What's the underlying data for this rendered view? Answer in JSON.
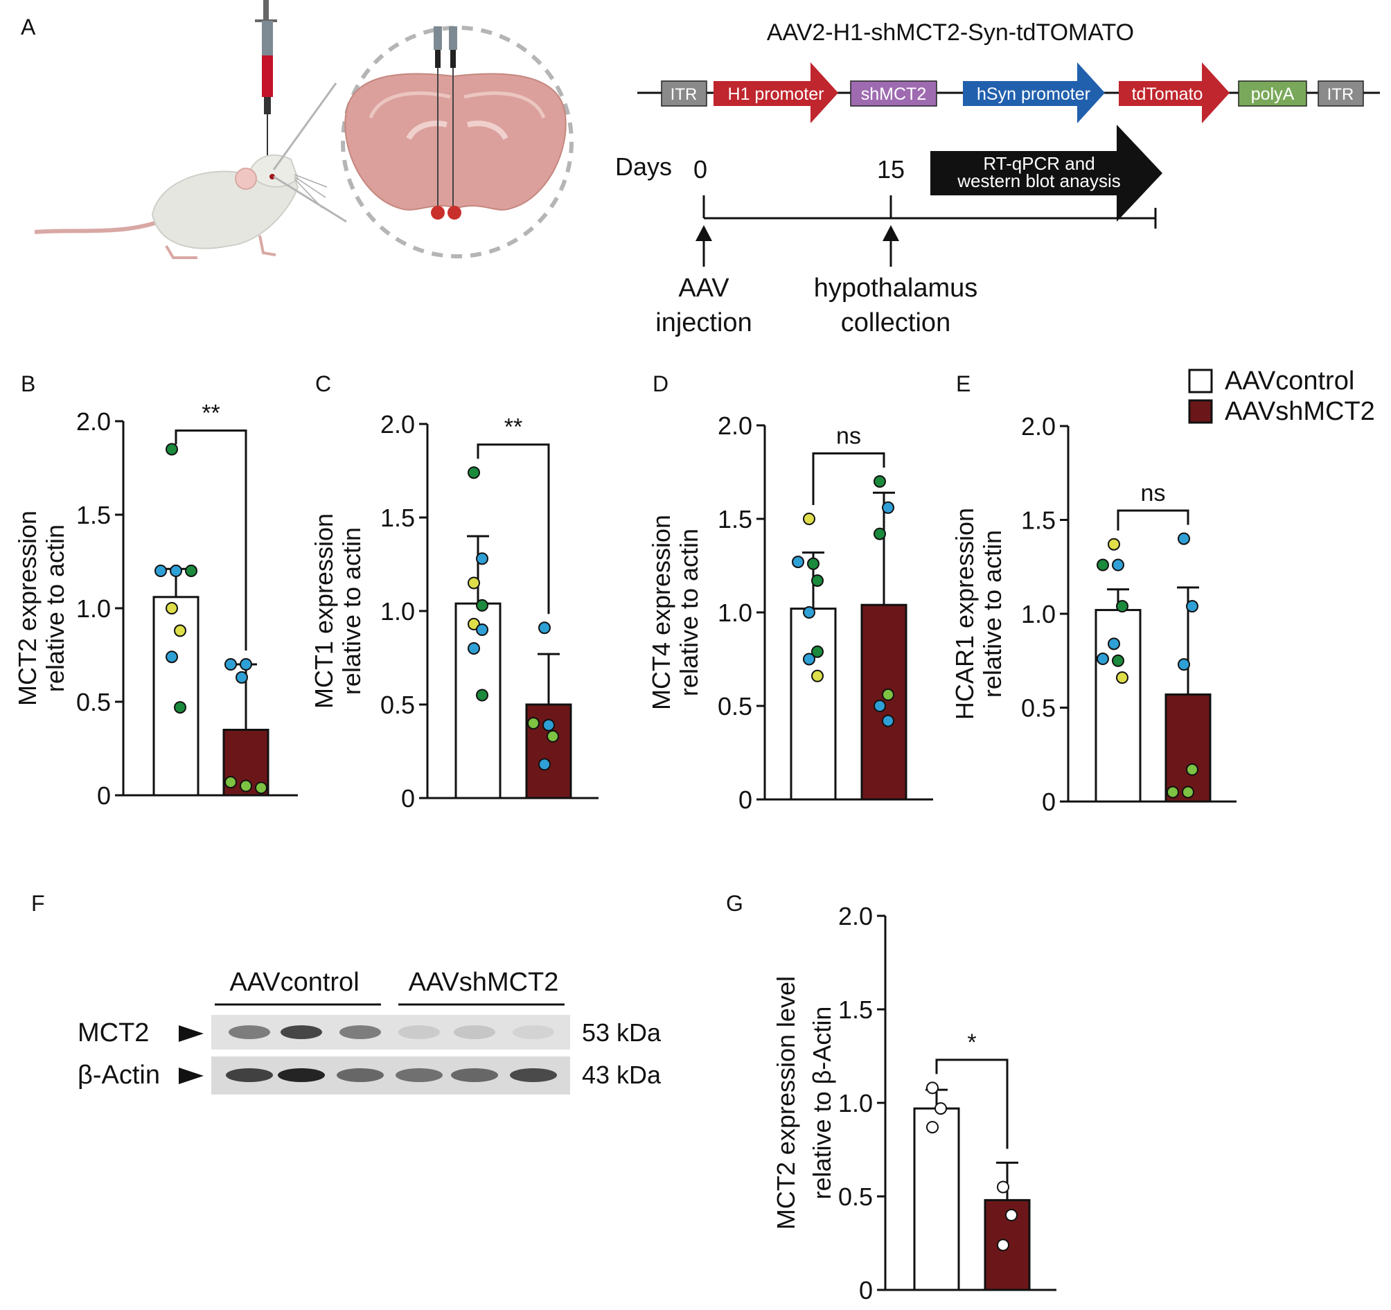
{
  "colors": {
    "control_fill": "#ffffff",
    "sh_fill": "#6b1719",
    "dot_green": "#1b8a3c",
    "dot_blue": "#2fa0d6",
    "dot_yellow": "#dede4a",
    "dot_lightgreen": "#7dc242",
    "itr": "#8a8a8a",
    "h1": "#c0262d",
    "shmct2": "#9e6bb0",
    "hsyn": "#2160ad",
    "tdtomato": "#c0262d",
    "polya": "#7aa85a"
  },
  "panel_letters": [
    "A",
    "B",
    "C",
    "D",
    "E",
    "F",
    "G"
  ],
  "panelA": {
    "construct_title": "AAV2-H1-shMCT2-Syn-tdTOMATO",
    "elements": [
      "ITR",
      "H1 promoter",
      "shMCT2",
      "hSyn promoter",
      "tdTomato",
      "polyA",
      "ITR"
    ],
    "timeline": {
      "days_label": "Days",
      "day0": "0",
      "day15": "15",
      "arrow_text_1": "RT-qPCR and",
      "arrow_text_2": "western blot anaysis",
      "event1_line1": "AAV",
      "event1_line2": "injection",
      "event2_line1": "hypothalamus",
      "event2_line2": "collection"
    }
  },
  "legend": {
    "control": "AAVcontrol",
    "sh": "AAVshMCT2"
  },
  "chart_data": [
    {
      "panel": "B",
      "type": "bar",
      "categories": [
        "AAVcontrol",
        "AAVshMCT2"
      ],
      "values": [
        1.06,
        0.35
      ],
      "errors": [
        0.15,
        0.35
      ],
      "ylabel": [
        "MCT2 expression",
        "relative to actin"
      ],
      "ylim": [
        0,
        2.0
      ],
      "yticks": [
        "0",
        "0.5",
        "1.0",
        "1.5",
        "2.0"
      ],
      "significance": "**",
      "points": [
        [
          [
            1.85,
            "green"
          ],
          [
            1.2,
            "blue"
          ],
          [
            1.2,
            "blue"
          ],
          [
            1.2,
            "green"
          ],
          [
            1.0,
            "yellow"
          ],
          [
            0.88,
            "yellow"
          ],
          [
            0.74,
            "blue"
          ],
          [
            0.47,
            "green"
          ]
        ],
        [
          [
            0.7,
            "blue"
          ],
          [
            0.7,
            "blue"
          ],
          [
            0.63,
            "blue"
          ],
          [
            0.07,
            "lightgreen"
          ],
          [
            0.05,
            "lightgreen"
          ],
          [
            0.04,
            "lightgreen"
          ]
        ]
      ]
    },
    {
      "panel": "C",
      "type": "bar",
      "categories": [
        "AAVcontrol",
        "AAVshMCT2"
      ],
      "values": [
        1.04,
        0.5
      ],
      "errors": [
        0.36,
        0.27
      ],
      "ylabel": [
        "MCT1 expression",
        "relative to actin"
      ],
      "ylim": [
        0,
        2.0
      ],
      "yticks": [
        "0",
        "0.5",
        "1.0",
        "1.5",
        "2.0"
      ],
      "significance": "**",
      "points": [
        [
          [
            1.74,
            "green"
          ],
          [
            1.28,
            "blue"
          ],
          [
            1.15,
            "yellow"
          ],
          [
            1.03,
            "green"
          ],
          [
            0.93,
            "yellow"
          ],
          [
            0.9,
            "blue"
          ],
          [
            0.8,
            "blue"
          ],
          [
            0.55,
            "green"
          ]
        ],
        [
          [
            0.91,
            "blue"
          ],
          [
            0.4,
            "lightgreen"
          ],
          [
            0.39,
            "blue"
          ],
          [
            0.33,
            "lightgreen"
          ],
          [
            0.18,
            "blue"
          ]
        ]
      ]
    },
    {
      "panel": "D",
      "type": "bar",
      "categories": [
        "AAVcontrol",
        "AAVshMCT2"
      ],
      "values": [
        1.02,
        1.04
      ],
      "errors": [
        0.3,
        0.6
      ],
      "ylabel": [
        "MCT4 expression",
        "relative to actin"
      ],
      "ylim": [
        0,
        2.0
      ],
      "yticks": [
        "0",
        "0.5",
        "1.0",
        "1.5",
        "2.0"
      ],
      "significance": "ns",
      "points": [
        [
          [
            1.5,
            "yellow"
          ],
          [
            1.27,
            "blue"
          ],
          [
            1.26,
            "green"
          ],
          [
            1.17,
            "green"
          ],
          [
            1.0,
            "blue"
          ],
          [
            0.79,
            "green"
          ],
          [
            0.75,
            "blue"
          ],
          [
            0.66,
            "yellow"
          ]
        ],
        [
          [
            1.7,
            "green"
          ],
          [
            1.56,
            "blue"
          ],
          [
            1.42,
            "green"
          ],
          [
            0.56,
            "lightgreen"
          ],
          [
            0.5,
            "blue"
          ],
          [
            0.42,
            "blue"
          ]
        ]
      ]
    },
    {
      "panel": "E",
      "type": "bar",
      "categories": [
        "AAVcontrol",
        "AAVshMCT2"
      ],
      "values": [
        1.02,
        0.57
      ],
      "errors": [
        0.11,
        0.57
      ],
      "ylabel": [
        "HCAR1 expression",
        "relative to actin"
      ],
      "ylim": [
        0,
        2.0
      ],
      "yticks": [
        "0",
        "0.5",
        "1.0",
        "1.5",
        "2.0"
      ],
      "significance": "ns",
      "points": [
        [
          [
            1.37,
            "yellow"
          ],
          [
            1.26,
            "green"
          ],
          [
            1.26,
            "blue"
          ],
          [
            1.04,
            "green"
          ],
          [
            0.84,
            "blue"
          ],
          [
            0.76,
            "blue"
          ],
          [
            0.75,
            "green"
          ],
          [
            0.66,
            "yellow"
          ]
        ],
        [
          [
            1.4,
            "blue"
          ],
          [
            1.04,
            "blue"
          ],
          [
            0.73,
            "blue"
          ],
          [
            0.17,
            "lightgreen"
          ],
          [
            0.05,
            "lightgreen"
          ],
          [
            0.05,
            "lightgreen"
          ]
        ]
      ]
    },
    {
      "panel": "G",
      "type": "bar",
      "categories": [
        "AAVcontrol",
        "AAVshMCT2"
      ],
      "values": [
        0.97,
        0.48
      ],
      "errors": [
        0.1,
        0.2
      ],
      "ylabel": [
        "MCT2 expression level",
        "relative to β-Actin"
      ],
      "ylim": [
        0,
        2.0
      ],
      "yticks": [
        "0",
        "0.5",
        "1.0",
        "1.5",
        "2.0"
      ],
      "significance": "*",
      "points": [
        [
          [
            1.08,
            "white"
          ],
          [
            0.97,
            "white"
          ],
          [
            0.87,
            "white"
          ]
        ],
        [
          [
            0.55,
            "white"
          ],
          [
            0.4,
            "white"
          ],
          [
            0.24,
            "white"
          ]
        ]
      ]
    }
  ],
  "blot": {
    "group1": "AAVcontrol",
    "group2": "AAVshMCT2",
    "row1_label": "MCT2",
    "row2_label": "β-Actin",
    "row1_kda": "53 kDa",
    "row2_kda": "43 kDa",
    "mct2_intensity": [
      0.55,
      0.85,
      0.55,
      0.12,
      0.15,
      0.08
    ],
    "actin_intensity": [
      0.8,
      0.95,
      0.6,
      0.55,
      0.6,
      0.75
    ]
  }
}
